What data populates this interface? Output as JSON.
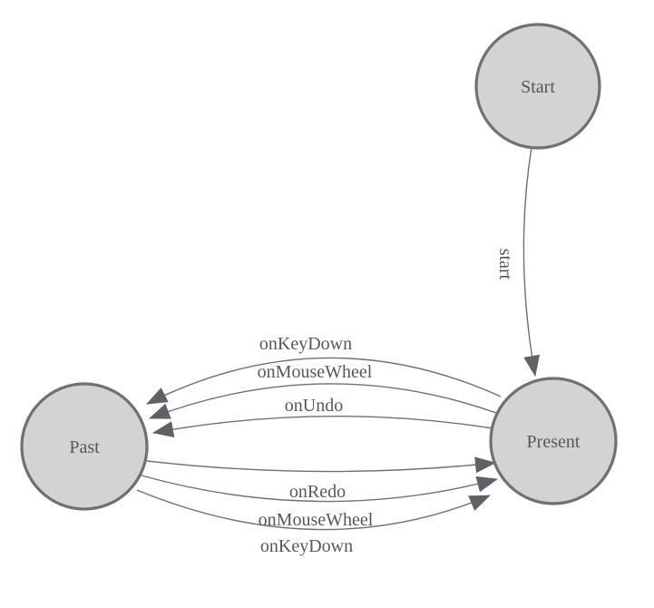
{
  "diagram": {
    "type": "state-machine",
    "nodes": [
      {
        "id": "start",
        "label": "Start"
      },
      {
        "id": "present",
        "label": "Present"
      },
      {
        "id": "past",
        "label": "Past"
      }
    ],
    "edges": [
      {
        "from": "Start",
        "to": "Present",
        "label": "start"
      },
      {
        "from": "Present",
        "to": "Past",
        "label": "onKeyDown"
      },
      {
        "from": "Present",
        "to": "Past",
        "label": "onMouseWheel"
      },
      {
        "from": "Present",
        "to": "Past",
        "label": "onUndo"
      },
      {
        "from": "Past",
        "to": "Present",
        "label": "onRedo"
      },
      {
        "from": "Past",
        "to": "Present",
        "label": "onMouseWheel"
      },
      {
        "from": "Past",
        "to": "Present",
        "label": "onKeyDown"
      }
    ],
    "colors": {
      "background": "#ffffff",
      "node_fill": "#d3d3d3",
      "node_stroke": "#6d7174",
      "edge_stroke": "#6d7174",
      "arrowhead_fill": "#5e6165",
      "label_text": "#54585c"
    }
  }
}
